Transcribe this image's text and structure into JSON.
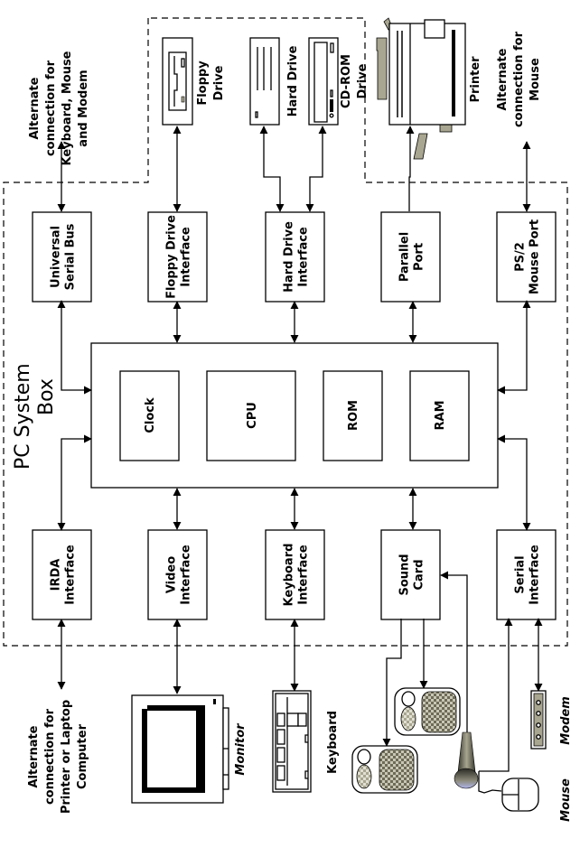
{
  "system_box_label": [
    "PC System",
    "Box"
  ],
  "core": {
    "clock": "Clock",
    "cpu": "CPU",
    "rom": "ROM",
    "ram": "RAM"
  },
  "top_interfaces": [
    [
      "Universal",
      "Serial Bus"
    ],
    [
      "Floppy Drive",
      "Interface"
    ],
    [
      "Hard Drive",
      "Interface"
    ],
    [
      "Parallel",
      "Port"
    ],
    [
      "PS/2",
      "Mouse Port"
    ]
  ],
  "bottom_interfaces": [
    [
      "IRDA",
      "Interface"
    ],
    [
      "Video",
      "Interface"
    ],
    [
      "Keyboard",
      "Interface"
    ],
    [
      "Sound",
      "Card"
    ],
    [
      "Serial",
      "Interface"
    ]
  ],
  "top_devices": {
    "usb_note": [
      "Alternate",
      "connection for",
      "Keyboard, Mouse",
      "and Modem"
    ],
    "floppy": [
      "Floppy",
      "Drive"
    ],
    "hard_drive": "Hard Drive",
    "cdrom": [
      "CD-ROM",
      "Drive"
    ],
    "printer": "Printer",
    "mouse_note": [
      "Alternate",
      "connection for",
      "Mouse"
    ]
  },
  "bottom_devices": {
    "irda_note": [
      "Alternate",
      "connection for",
      "Printer or Laptop",
      "Computer"
    ],
    "monitor": "Monitor",
    "keyboard": "Keyboard",
    "modem": "Modem",
    "mouse": "Mouse"
  }
}
